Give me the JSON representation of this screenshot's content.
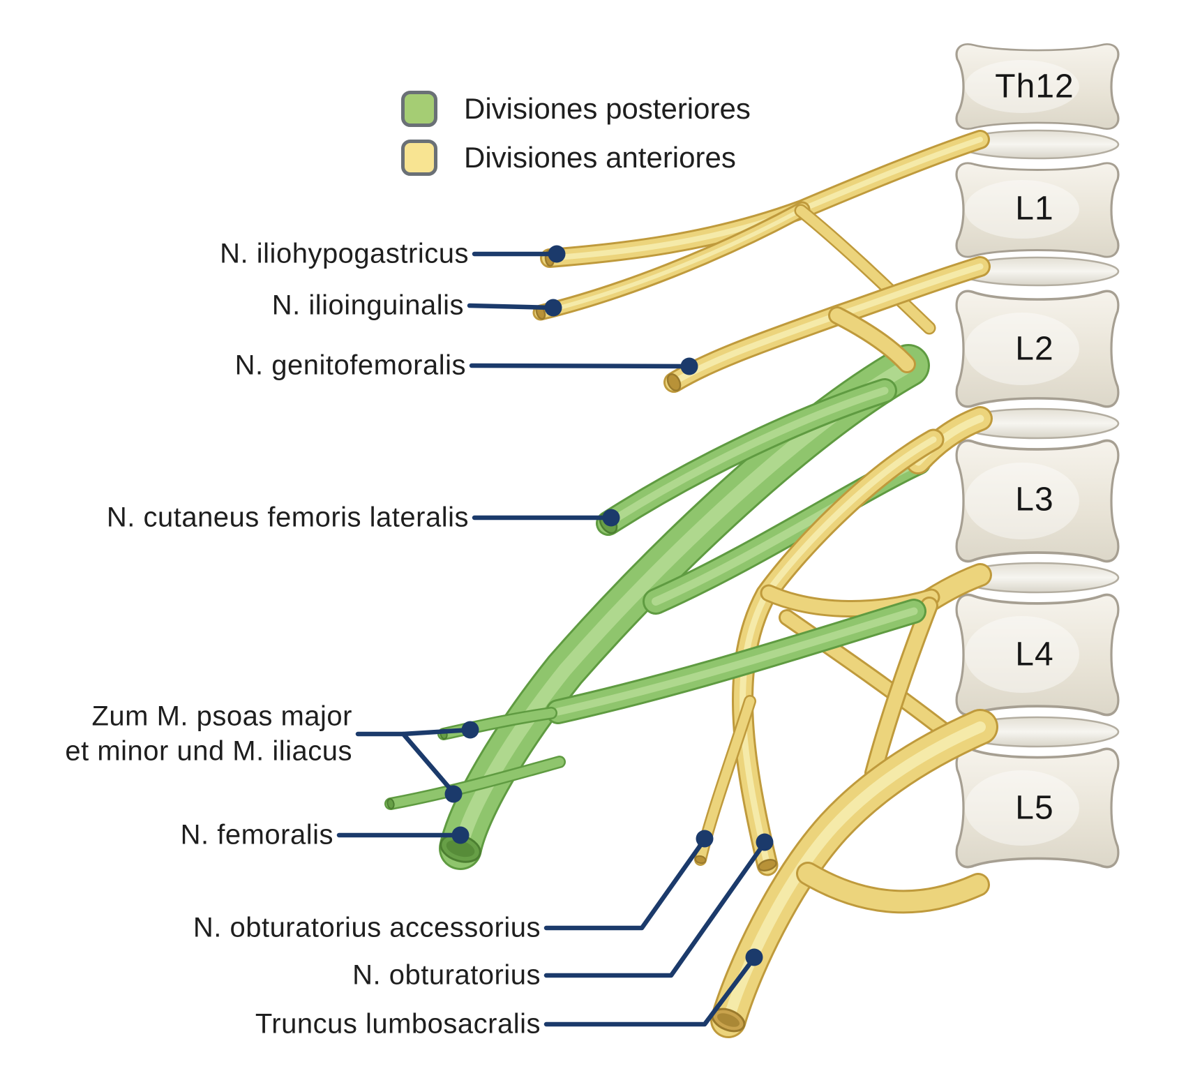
{
  "legend": {
    "items": [
      {
        "label": "Divisiones posteriores",
        "color": "#a5cd74"
      },
      {
        "label": "Divisiones anteriores",
        "color": "#f8e492"
      }
    ]
  },
  "spine": {
    "vertebrae": [
      {
        "label": "Th12"
      },
      {
        "label": "L1"
      },
      {
        "label": "L2"
      },
      {
        "label": "L3"
      },
      {
        "label": "L4"
      },
      {
        "label": "L5"
      }
    ]
  },
  "nerve_labels": [
    {
      "id": "iliohypogastricus",
      "label": "N. iliohypogastricus"
    },
    {
      "id": "ilioinguinalis",
      "label": "N. ilioinguinalis"
    },
    {
      "id": "genitofemoralis",
      "label": "N. genitofemoralis"
    },
    {
      "id": "cutaneus-femoris-lateralis",
      "label": "N. cutaneus femoris lateralis"
    },
    {
      "id": "zum-m-psoas",
      "label": "Zum M. psoas major et minor und M. iliacus",
      "lines": [
        "Zum M. psoas major",
        "et minor und M. iliacus"
      ]
    },
    {
      "id": "femoralis",
      "label": "N. femoralis"
    },
    {
      "id": "obturatorius-accessorius",
      "label": "N. obturatorius accessorius"
    },
    {
      "id": "obturatorius",
      "label": "N. obturatorius"
    },
    {
      "id": "truncus-lumbosacralis",
      "label": "Truncus lumbosacralis"
    }
  ],
  "colors": {
    "posterior_green": "#8fc56d",
    "anterior_yellow": "#ecd47c",
    "leader_navy": "#1b3a6b",
    "bone": "#ece8dc"
  }
}
